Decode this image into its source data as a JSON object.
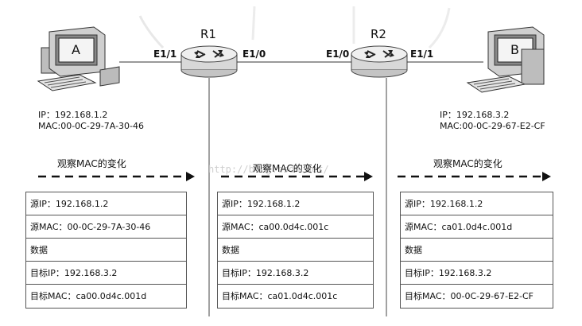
{
  "routers": {
    "r1": {
      "name": "R1",
      "left_if": "E1/1",
      "right_if": "E1/0"
    },
    "r2": {
      "name": "R2",
      "left_if": "E1/0",
      "right_if": "E1/1"
    }
  },
  "hosts": {
    "a": {
      "label": "A",
      "ip": "IP：192.168.1.2",
      "mac": "MAC:00-0C-29-7A-30-46"
    },
    "b": {
      "label": "B",
      "ip": "IP：192.168.3.2",
      "mac": "MAC:00-0C-29-67-E2-CF"
    }
  },
  "observe_label": "观察MAC的变化",
  "watermark": "http://blog.csdn.net/",
  "segments": [
    {
      "rows": [
        "源IP：192.168.1.2",
        "源MAC：00-0C-29-7A-30-46",
        "数据",
        "目标IP：192.168.3.2",
        "目标MAC：ca00.0d4c.001d"
      ]
    },
    {
      "rows": [
        "源IP：192.168.1.2",
        "源MAC：ca00.0d4c.001c",
        "数据",
        "目标IP：192.168.3.2",
        "目标MAC：ca01.0d4c.001c"
      ]
    },
    {
      "rows": [
        "源IP：192.168.1.2",
        "源MAC：ca01.0d4c.001d",
        "数据",
        "目标IP：192.168.3.2",
        "目标MAC：00-0C-29-67-E2-CF"
      ]
    }
  ]
}
